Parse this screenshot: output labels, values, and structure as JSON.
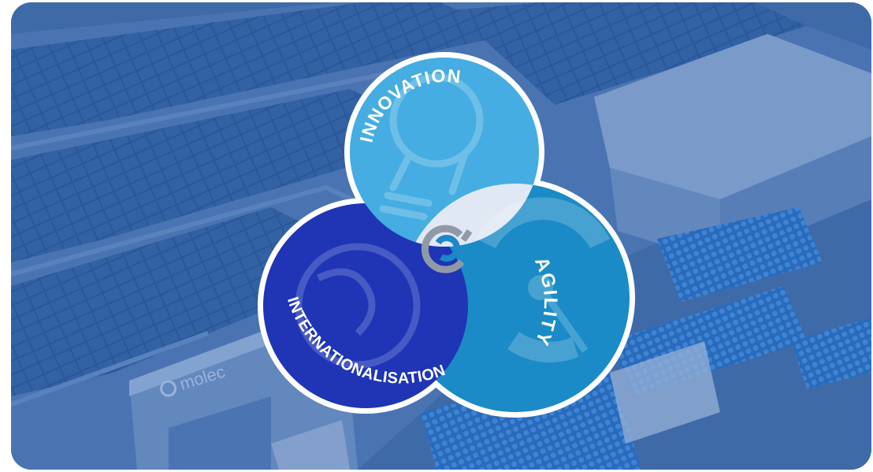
{
  "background": {
    "sign_text": "molec"
  },
  "venn": {
    "labels": {
      "innovation": "INNOVATION",
      "agility": "AGILITY",
      "internationalisation": "INTERNATIONALISATION"
    },
    "colors": {
      "innovation": "#45ade1",
      "agility": "#1a8bc6",
      "internationalisation": "#1f35b6",
      "center": "#dfe8f3",
      "outline": "#ffffff",
      "logo_blue": "#1d87c8",
      "logo_grey": "#8f9aa6"
    }
  }
}
